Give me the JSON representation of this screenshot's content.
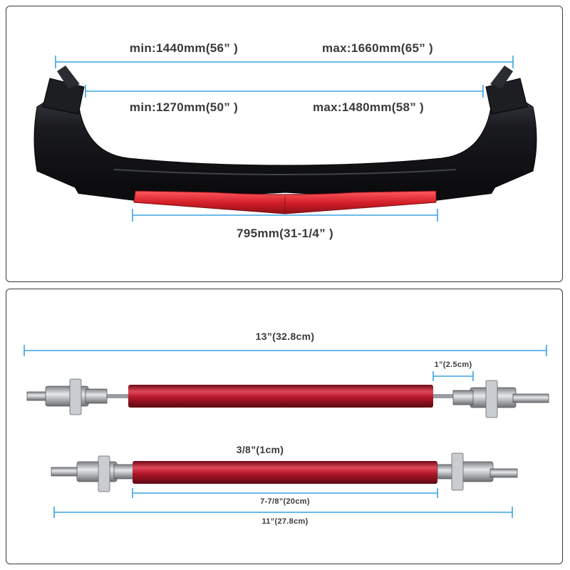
{
  "colors": {
    "dimension_line": "#3aa4e0",
    "lip_body": "#151518",
    "lip_accent": "#d6202a",
    "rod": "#b3182a",
    "metal": "#b9bcc0",
    "text": "#3a3a3a"
  },
  "front_lip": {
    "outer_min": "min:1440mm(56” )",
    "outer_max": "max:1660mm(65” )",
    "inner_min": "min:1270mm(50” )",
    "inner_max": "max:1480mm(58” )",
    "center_width": "795mm(31-1/4” )"
  },
  "support_rods": {
    "long_total": "13”(32.8cm)",
    "long_thread": "1”(2.5cm)",
    "short_thread": "3/8”(1cm)",
    "short_tube": "7-7/8”(20cm)",
    "short_total": "11”(27.8cm)"
  }
}
